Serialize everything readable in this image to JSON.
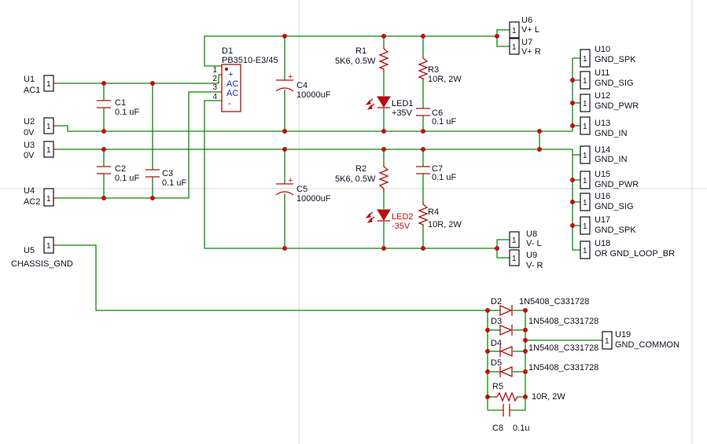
{
  "connectors": {
    "U1": {
      "ref": "U1",
      "name": "AC1",
      "pin": "1"
    },
    "U2": {
      "ref": "U2",
      "name": "0V",
      "pin": "1"
    },
    "U3": {
      "ref": "U3",
      "name": "0V",
      "pin": "1"
    },
    "U4": {
      "ref": "U4",
      "name": "AC2",
      "pin": "1"
    },
    "U5": {
      "ref": "U5",
      "name": "CHASSIS_GND",
      "pin": "1"
    },
    "U6": {
      "ref": "U6",
      "name": "V+ L",
      "pin": "1"
    },
    "U7": {
      "ref": "U7",
      "name": "V+ R",
      "pin": "1"
    },
    "U8": {
      "ref": "U8",
      "name": "V- L",
      "pin": "1"
    },
    "U9": {
      "ref": "U9",
      "name": "V- R",
      "pin": "1"
    },
    "U10": {
      "ref": "U10",
      "name": "GND_SPK",
      "pin": "1"
    },
    "U11": {
      "ref": "U11",
      "name": "GND_SIG",
      "pin": "1"
    },
    "U12": {
      "ref": "U12",
      "name": "GND_PWR",
      "pin": "1"
    },
    "U13": {
      "ref": "U13",
      "name": "GND_IN",
      "pin": "1"
    },
    "U14": {
      "ref": "U14",
      "name": "GND_IN",
      "pin": "1"
    },
    "U15": {
      "ref": "U15",
      "name": "GND_PWR",
      "pin": "1"
    },
    "U16": {
      "ref": "U16",
      "name": "GND_SIG",
      "pin": "1"
    },
    "U17": {
      "ref": "U17",
      "name": "GND_SPK",
      "pin": "1"
    },
    "U18": {
      "ref": "U18",
      "name": "OR GND_LOOP_BR",
      "pin": "1"
    },
    "U19": {
      "ref": "U19",
      "name": "GND_COMMON",
      "pin": "1"
    }
  },
  "bridge": {
    "ref": "D1",
    "part": "PB3510-E3/45",
    "pins": [
      "1",
      "2",
      "3",
      "4"
    ],
    "pin_labels": [
      "+",
      "AC",
      "AC",
      "-"
    ]
  },
  "capacitors": {
    "C1": {
      "ref": "C1",
      "value": "0.1 uF"
    },
    "C2": {
      "ref": "C2",
      "value": "0.1 uF"
    },
    "C3": {
      "ref": "C3",
      "value": "0.1 uF"
    },
    "C4": {
      "ref": "C4",
      "value": "10000uF",
      "polarity": "+"
    },
    "C5": {
      "ref": "C5",
      "value": "10000uF",
      "polarity": "+"
    },
    "C6": {
      "ref": "C6",
      "value": "0.1 uF"
    },
    "C7": {
      "ref": "C7",
      "value": "0.1 uF"
    },
    "C8": {
      "ref": "C8",
      "value": "0.1u"
    }
  },
  "resistors": {
    "R1": {
      "ref": "R1",
      "value": "5K6, 0.5W"
    },
    "R2": {
      "ref": "R2",
      "value": "5K6, 0.5W"
    },
    "R3": {
      "ref": "R3",
      "value": "10R, 2W"
    },
    "R4": {
      "ref": "R4",
      "value": "10R, 2W"
    },
    "R5": {
      "ref": "R5",
      "value": "10R, 2W"
    }
  },
  "leds": {
    "LED1": {
      "ref": "LED1",
      "label": "+35V"
    },
    "LED2": {
      "ref": "LED2",
      "label": "-35V"
    }
  },
  "diodes": {
    "D2": {
      "ref": "D2",
      "part": "1N5408_C331728"
    },
    "D3": {
      "ref": "D3",
      "part": "1N5408_C331728"
    },
    "D4": {
      "ref": "D4",
      "part": "1N5408_C331728"
    },
    "D5": {
      "ref": "D5",
      "part": "1N5408_C331728"
    }
  },
  "colors": {
    "wire": "#0a8a0a",
    "part": "#b01010",
    "junction": "#c01010",
    "text": "#101020",
    "ref_blue": "#1a2fb0"
  }
}
